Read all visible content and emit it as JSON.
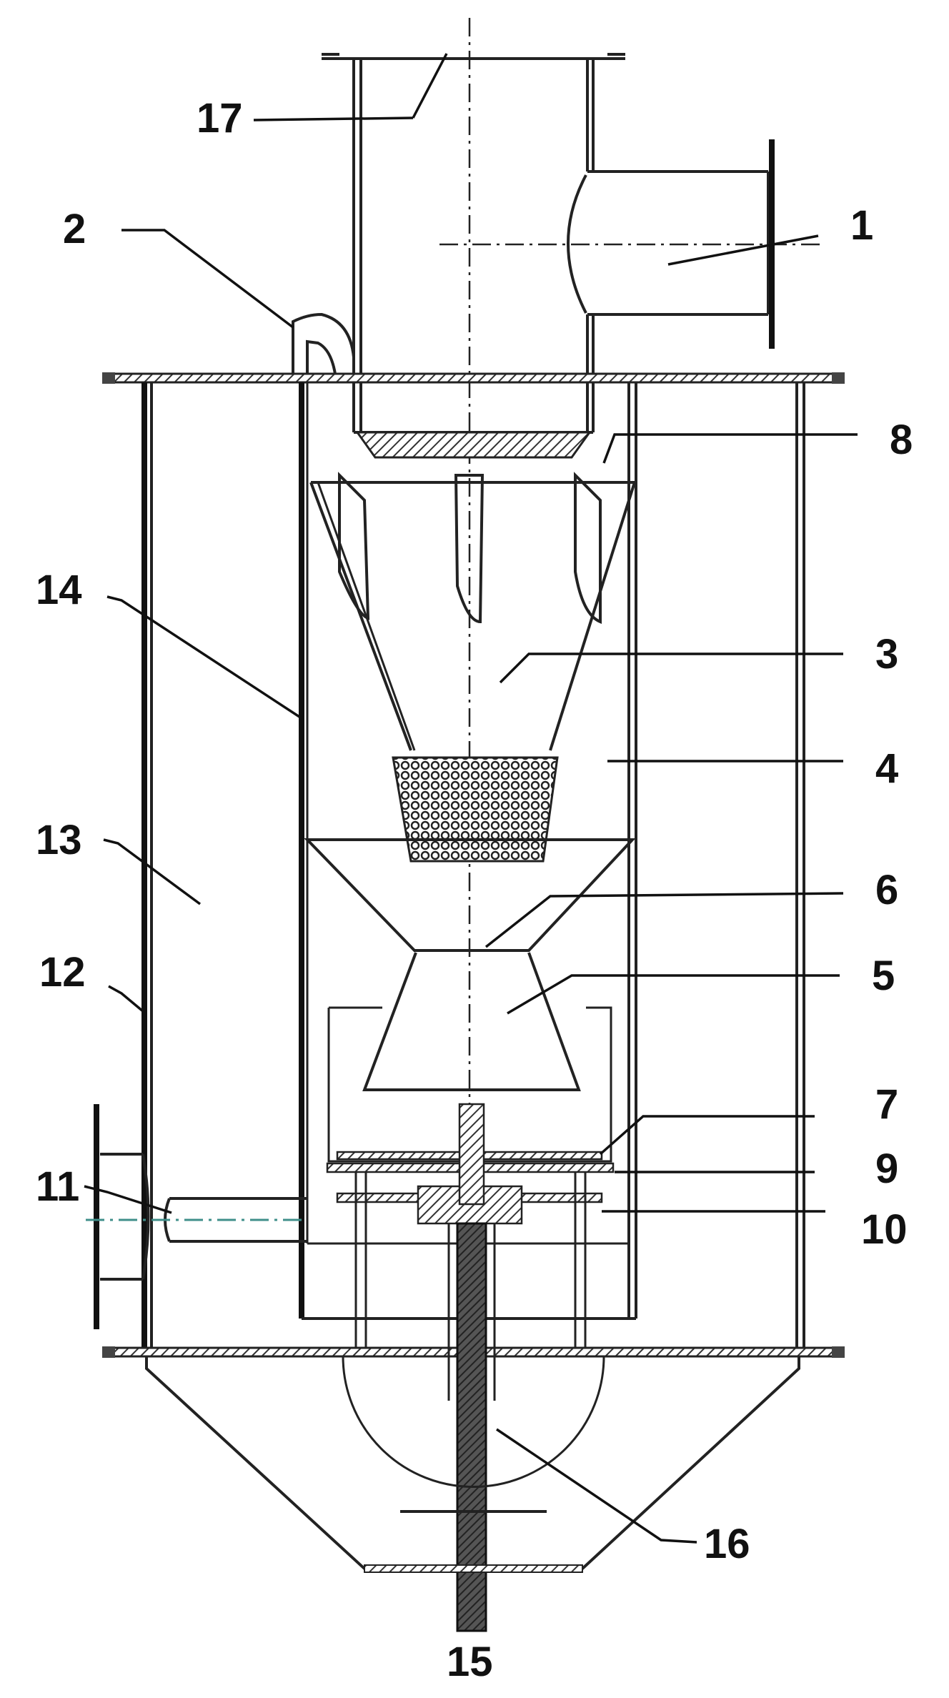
{
  "figure": {
    "labels": [
      "1",
      "2",
      "3",
      "4",
      "5",
      "6",
      "7",
      "8",
      "9",
      "10",
      "11",
      "12",
      "13",
      "14",
      "15",
      "16",
      "17"
    ]
  },
  "colors": {
    "line": "#222222",
    "hatch": "#555555",
    "centerline_teal": "#3f8f8a",
    "background": "#ffffff"
  }
}
